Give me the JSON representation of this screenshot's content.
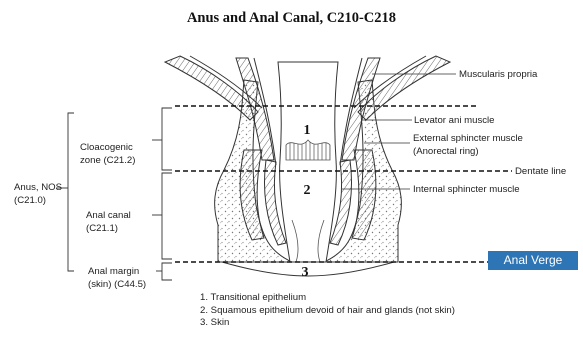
{
  "title": "Anus and Anal Canal, C210-C218",
  "labels": {
    "muscularis_propria": "Muscularis propria",
    "levator_ani": "Levator ani muscle",
    "external_sphincter_1": "External sphincter muscle",
    "external_sphincter_2": "(Anorectal ring)",
    "dentate_line": "Dentate line",
    "internal_sphincter": "Internal sphincter muscle",
    "cloacogenic_1": "Cloacogenic",
    "cloacogenic_2": "zone (C21.2)",
    "anus_nos_1": "Anus, NOS",
    "anus_nos_2": "(C21.0)",
    "anal_canal_1": "Anal canal",
    "anal_canal_2": "(C21.1)",
    "anal_margin_1": "Anal margin",
    "anal_margin_2": "(skin) (C44.5)"
  },
  "zone_numbers": [
    "1",
    "2",
    "3"
  ],
  "legend": [
    "1. Transitional epithelium",
    "2. Squamous epithelium devoid of hair and glands (not skin)",
    "3. Skin"
  ],
  "badge": {
    "label": "Anal Verge",
    "color": "#2e75b6"
  }
}
